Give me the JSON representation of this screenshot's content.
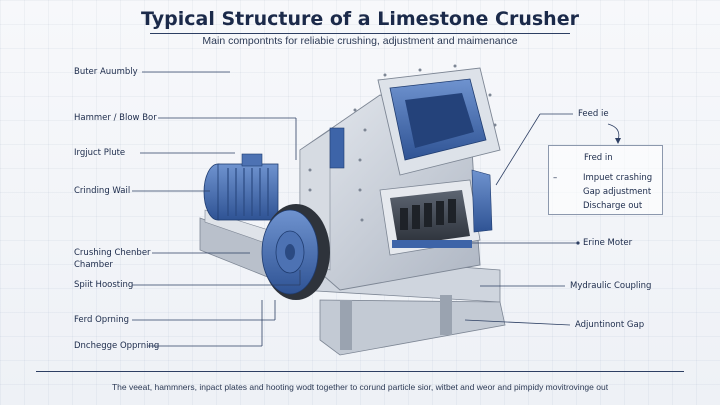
{
  "header": {
    "title": "Typical Structure of a Limestone Crusher",
    "subtitle": "Main compontnts for reliabie crushing, adjustment and maimenance"
  },
  "labels_left": [
    "Buter Auumbly",
    "Hammer / Blow Bor",
    "Irgjuct Plute",
    "Crinding Wail",
    "Crushing Chenber",
    "Chamber",
    "Spiit Hoosting",
    "Ferd Oprning",
    "Dnchegge Opprning"
  ],
  "labels_right": [
    "Feed ie",
    "Erine Moter",
    "Mydraulic Coupling",
    "Adjuntinont Gap"
  ],
  "info_box": {
    "heading": "Fred in",
    "items": [
      "Impuet crashing",
      "Gap adjustment",
      "Discharge out"
    ]
  },
  "caption": "The veeat, hammners, inpact plates and hooting wodt together to corund particle sior, witbet and weor and pimpidy movitrovinge out",
  "colors": {
    "accent_blue": "#3d64a8",
    "steel": "#c9cfd8",
    "line": "#2d3f63"
  }
}
